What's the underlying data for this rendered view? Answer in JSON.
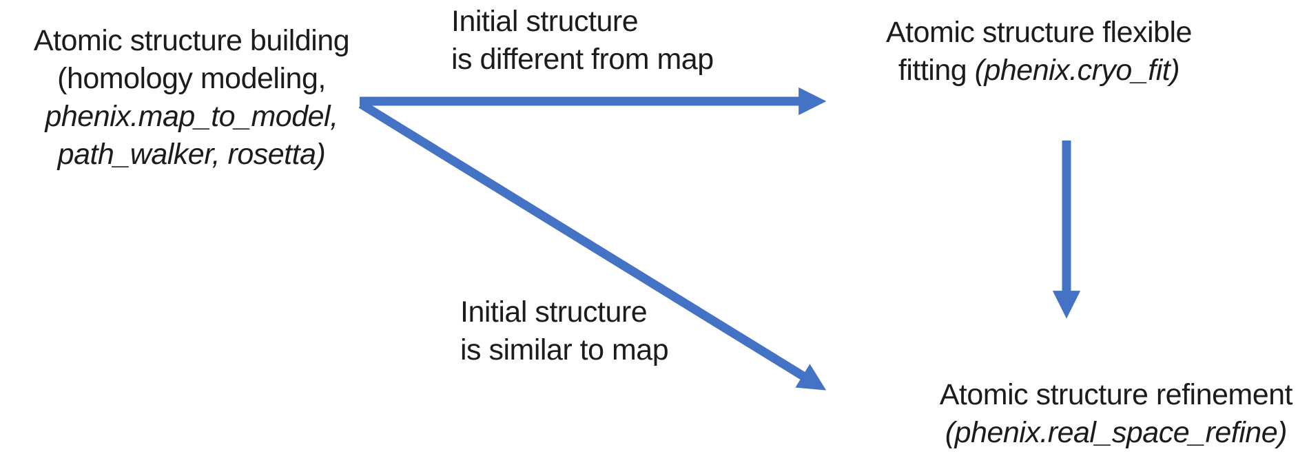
{
  "diagram": {
    "background": "#ffffff",
    "arrow_color": "#4472C4",
    "text_color": "#1c1c1c",
    "nodes": {
      "building": {
        "line1": "Atomic structure building",
        "line2": "(homology modeling,",
        "line3": "phenix.map_to_model,",
        "line4": "path_walker, rosetta)"
      },
      "fitting": {
        "line1": "Atomic structure flexible",
        "line2_regular": "fitting ",
        "line2_italic": "(phenix.cryo_fit)"
      },
      "refinement": {
        "line1": "Atomic structure refinement",
        "line2_italic": "(phenix.real_space_refine)"
      }
    },
    "edge_labels": {
      "different": {
        "line1": "Initial structure",
        "line2": "is different from map"
      },
      "similar": {
        "line1": "Initial structure",
        "line2": "is similar to map"
      }
    }
  }
}
